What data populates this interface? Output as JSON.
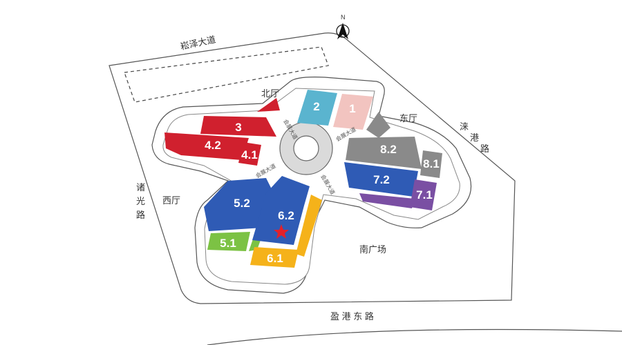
{
  "compass": {
    "letter": "N",
    "icon": "compass-north-icon"
  },
  "roads": {
    "north": "崧泽大道",
    "east": [
      "涞",
      "港",
      "路"
    ],
    "west": [
      "诸",
      "光",
      "路"
    ],
    "south": "盈 港 东 路"
  },
  "areas": {
    "north_hall": "北厅",
    "east_hall": "东厅",
    "west_hall": "西厅",
    "south_plaza": "南广场"
  },
  "avenue": "会展大道",
  "halls": [
    {
      "id": "1",
      "label": "1",
      "color": "#f2c4c0"
    },
    {
      "id": "2",
      "label": "2",
      "color": "#5ab4cf"
    },
    {
      "id": "3",
      "label": "3",
      "color": "#d0202e"
    },
    {
      "id": "4.1",
      "label": "4.1",
      "color": "#d0202e"
    },
    {
      "id": "4.2",
      "label": "4.2",
      "color": "#d0202e"
    },
    {
      "id": "5.1",
      "label": "5.1",
      "color": "#7cc244"
    },
    {
      "id": "5.2",
      "label": "5.2",
      "color": "#2f5bb5"
    },
    {
      "id": "6.1",
      "label": "6.1",
      "color": "#f5b21a"
    },
    {
      "id": "6.2",
      "label": "6.2",
      "color": "#2f5bb5"
    },
    {
      "id": "7.1",
      "label": "7.1",
      "color": "#7a4fa3"
    },
    {
      "id": "7.2",
      "label": "7.2",
      "color": "#2f5bb5"
    },
    {
      "id": "8.1",
      "label": "8.1",
      "color": "#8a8a8a"
    },
    {
      "id": "8.2",
      "label": "8.2",
      "color": "#8a8a8a"
    }
  ],
  "marker": {
    "icon": "star-icon",
    "color": "#e3212b",
    "hall": "6.2"
  }
}
